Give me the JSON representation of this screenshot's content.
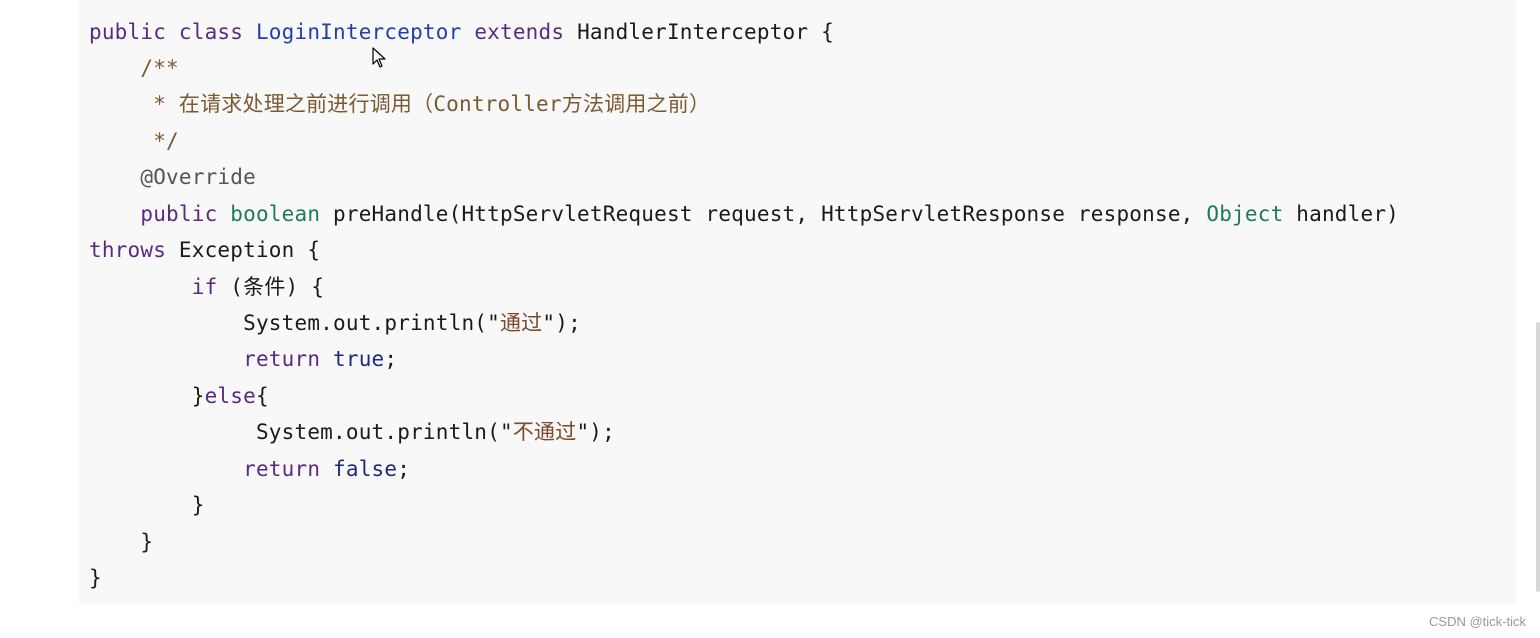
{
  "code": {
    "line1": {
      "kw": "public class",
      "cls": "LoginInterceptor",
      "kw2": "extends",
      "rest": "HandlerInterceptor {"
    },
    "line2": {
      "text": "    /**"
    },
    "line3": {
      "star": "     * ",
      "cjk1": "在请求处理之前进行调用（",
      "ascii": "Controller",
      "cjk2": "方法调用之前）"
    },
    "line4": {
      "text": "     */"
    },
    "line5": {
      "text": "    @Override"
    },
    "line6": {
      "kw": "    public ",
      "type1": "boolean",
      "mid": " preHandle(HttpServletRequest request, HttpServletResponse response, ",
      "type2": "Object",
      "end": " handler)"
    },
    "line7": {
      "kw": "throws",
      "rest": " Exception {"
    },
    "line8": {
      "kw": "        if",
      "open": " (",
      "cjk": "条件",
      "close": ") {"
    },
    "line9": {
      "pre": "            System.out.println(\"",
      "cjk": "通过",
      "post": "\");"
    },
    "line10": {
      "kw": "            return",
      "val": " true",
      "semi": ";"
    },
    "line11": {
      "b": "        }",
      "kw": "else",
      "open": "{"
    },
    "line12": {
      "pre": "             System.out.println(\"",
      "cjk": "不通过",
      "post": "\");"
    },
    "line13": {
      "kw": "            return",
      "val": " false",
      "semi": ";"
    },
    "line14": {
      "text": "        }"
    },
    "line15": {
      "text": "    }"
    },
    "line16": {
      "text": "}"
    }
  },
  "watermark": "CSDN @tick-tick",
  "icons": {
    "cursor": "mouse-pointer-icon"
  }
}
